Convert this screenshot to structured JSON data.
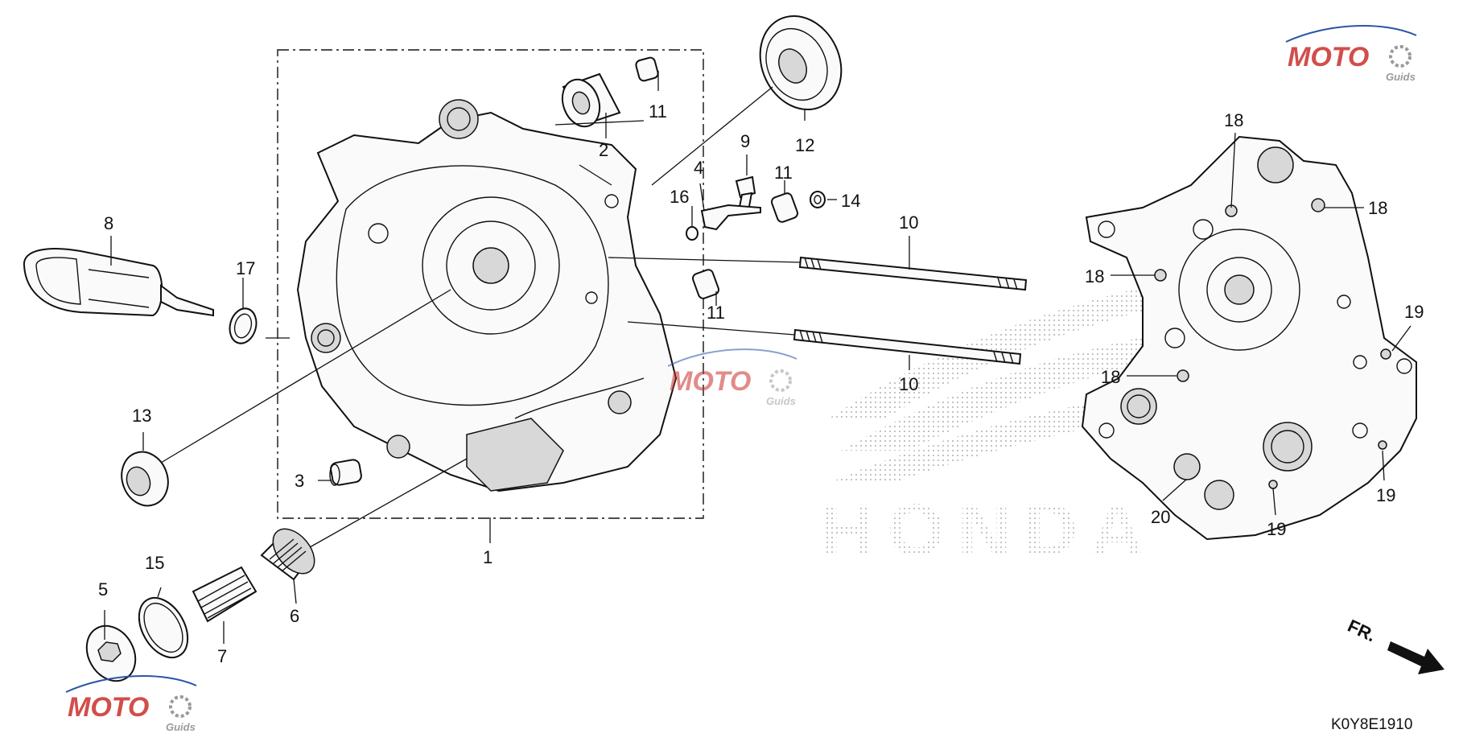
{
  "watermark": {
    "brand": "MOTO",
    "sub": "Guids"
  },
  "background_logo": "HONDA",
  "diagram_code": "K0Y8E1910",
  "direction_label": "FR.",
  "colors": {
    "ink": "#111111",
    "wm_red": "#c9302c",
    "wm_blue": "#2a54a6",
    "wm_gray": "#9a9a9a",
    "dot": "#bdbdbd"
  },
  "callouts": {
    "c1": "1",
    "c2": "2",
    "c3": "3",
    "c4": "4",
    "c5": "5",
    "c6": "6",
    "c7": "7",
    "c8": "8",
    "c9": "9",
    "c10a": "10",
    "c10b": "10",
    "c11a": "11",
    "c11b": "11",
    "c11c": "11",
    "c12": "12",
    "c13": "13",
    "c14": "14",
    "c15": "15",
    "c16": "16",
    "c17": "17",
    "c18a": "18",
    "c18b": "18",
    "c18c": "18",
    "c18d": "18",
    "c19a": "19",
    "c19b": "19",
    "c19c": "19",
    "c20": "20"
  }
}
